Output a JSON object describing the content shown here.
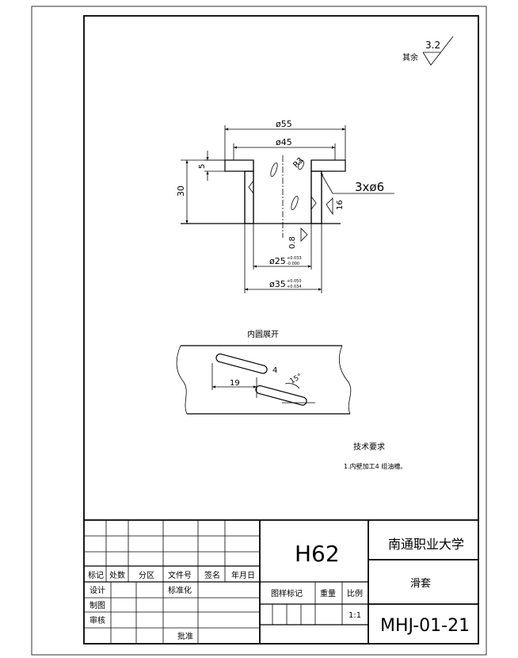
{
  "surface_finish": {
    "label": "其余",
    "value": "3.2"
  },
  "dims": {
    "d55": "ø55",
    "d45": "ø45",
    "h5": "5",
    "h30": "30",
    "r3": "R3",
    "holes": "3xø6",
    "w16": "16",
    "rough08": "0.8",
    "d25": "ø25",
    "d25_tol_upper": "+0.033",
    "d25_tol_lower": "-0.000",
    "d35": "ø35",
    "d35_tol_upper": "+0.050",
    "d35_tol_lower": "+0.034"
  },
  "unfold": {
    "title": "内圆展开",
    "len19": "19",
    "w4": "4",
    "angle": "15°"
  },
  "tech": {
    "title": "技术要求",
    "item1": "1.内壁加工4 组油槽。"
  },
  "title_block": {
    "material": "H62",
    "school": "南通职业大学",
    "part_name": "滑套",
    "drawing_no": "MHJ-01-21",
    "scale_label": "比例",
    "scale_value": "1:1",
    "weight_label": "重量",
    "stage_label": "图样标记",
    "headers": [
      "标记",
      "处数",
      "分区",
      "文件号",
      "签名",
      "年月日"
    ],
    "design": "设计",
    "standard": "标准化",
    "draft": "制图",
    "review": "审核",
    "approve": "批准"
  }
}
